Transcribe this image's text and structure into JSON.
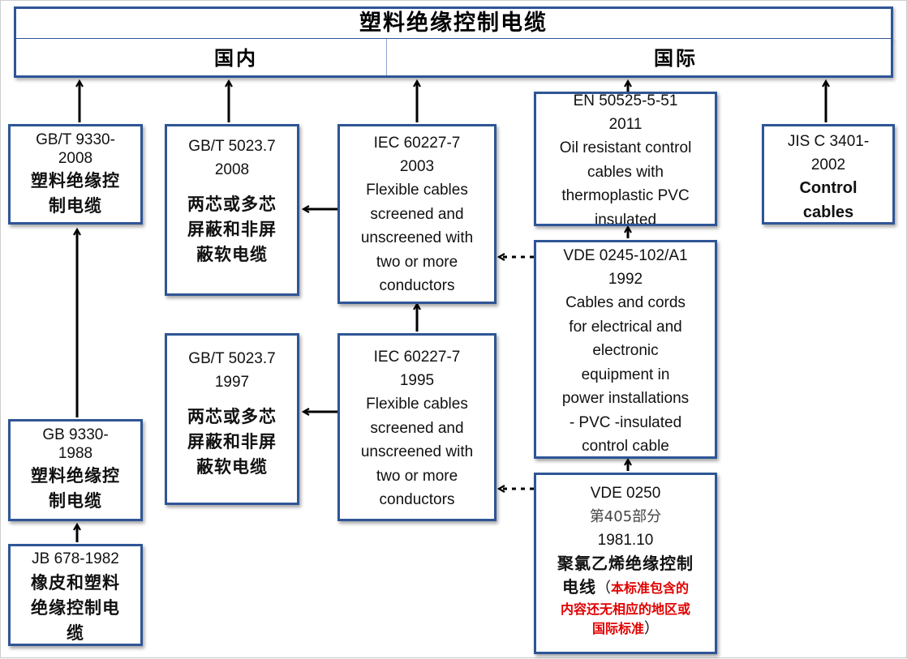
{
  "title": "塑料绝缘控制电缆",
  "sections": {
    "domestic": "国内",
    "international": "国际"
  },
  "boxes": {
    "gb9330_2008": {
      "std": [
        "GB/T 9330-",
        "2008"
      ],
      "cn": [
        "塑料绝缘控",
        "制电缆"
      ]
    },
    "gb5023_2008": {
      "std": [
        "GB/T  5023.7",
        "2008"
      ],
      "cn": [
        "两芯或多芯",
        "屏蔽和非屏",
        "蔽软电缆"
      ]
    },
    "iec2003": {
      "std": [
        "IEC 60227-7",
        "2003"
      ],
      "en": [
        "Flexible cables",
        "screened and",
        "unscreened with",
        "two or more",
        "conductors"
      ]
    },
    "en50525": {
      "std": [
        "EN 50525-5-51",
        "2011"
      ],
      "en": [
        "Oil resistant control",
        "cables with",
        "thermoplastic PVC",
        "insulated"
      ]
    },
    "jis3401": {
      "std": [
        "JIS  C 3401-",
        "2002"
      ],
      "en": [
        "Control",
        "cables"
      ]
    },
    "vde0245": {
      "std": [
        "VDE 0245-102/A1",
        "1992"
      ],
      "en": [
        "Cables and cords",
        "for electrical and",
        "electronic",
        "equipment in",
        "power installations",
        "- PVC -insulated",
        "control cable"
      ]
    },
    "gb5023_1997": {
      "std": [
        "GB/T  5023.7",
        "1997"
      ],
      "cn": [
        "两芯或多芯",
        "屏蔽和非屏",
        "蔽软电缆"
      ]
    },
    "iec1995": {
      "std": [
        "IEC 60227-7",
        "1995"
      ],
      "en": [
        "Flexible cables",
        "screened and",
        "unscreened with",
        "two or more",
        "conductors"
      ]
    },
    "gb9330_1988": {
      "std": [
        "GB  9330-",
        "1988"
      ],
      "cn": [
        "塑料绝缘控",
        "制电缆"
      ]
    },
    "jb678": {
      "std": [
        "JB 678-1982"
      ],
      "cn": [
        "橡皮和塑料",
        "绝缘控制电",
        "缆"
      ]
    },
    "vde0250": {
      "std": [
        "VDE  0250",
        "第405部分",
        "1981.10"
      ],
      "cn": [
        "聚氯乙烯绝缘控制",
        "电线"
      ],
      "paren_open": "（",
      "note": [
        "本标准包含的",
        "内容还无相应的地区或",
        "国际标准"
      ],
      "paren_close": "）"
    }
  },
  "colors": {
    "border": "#2f5596",
    "note_red": "#e00000"
  }
}
